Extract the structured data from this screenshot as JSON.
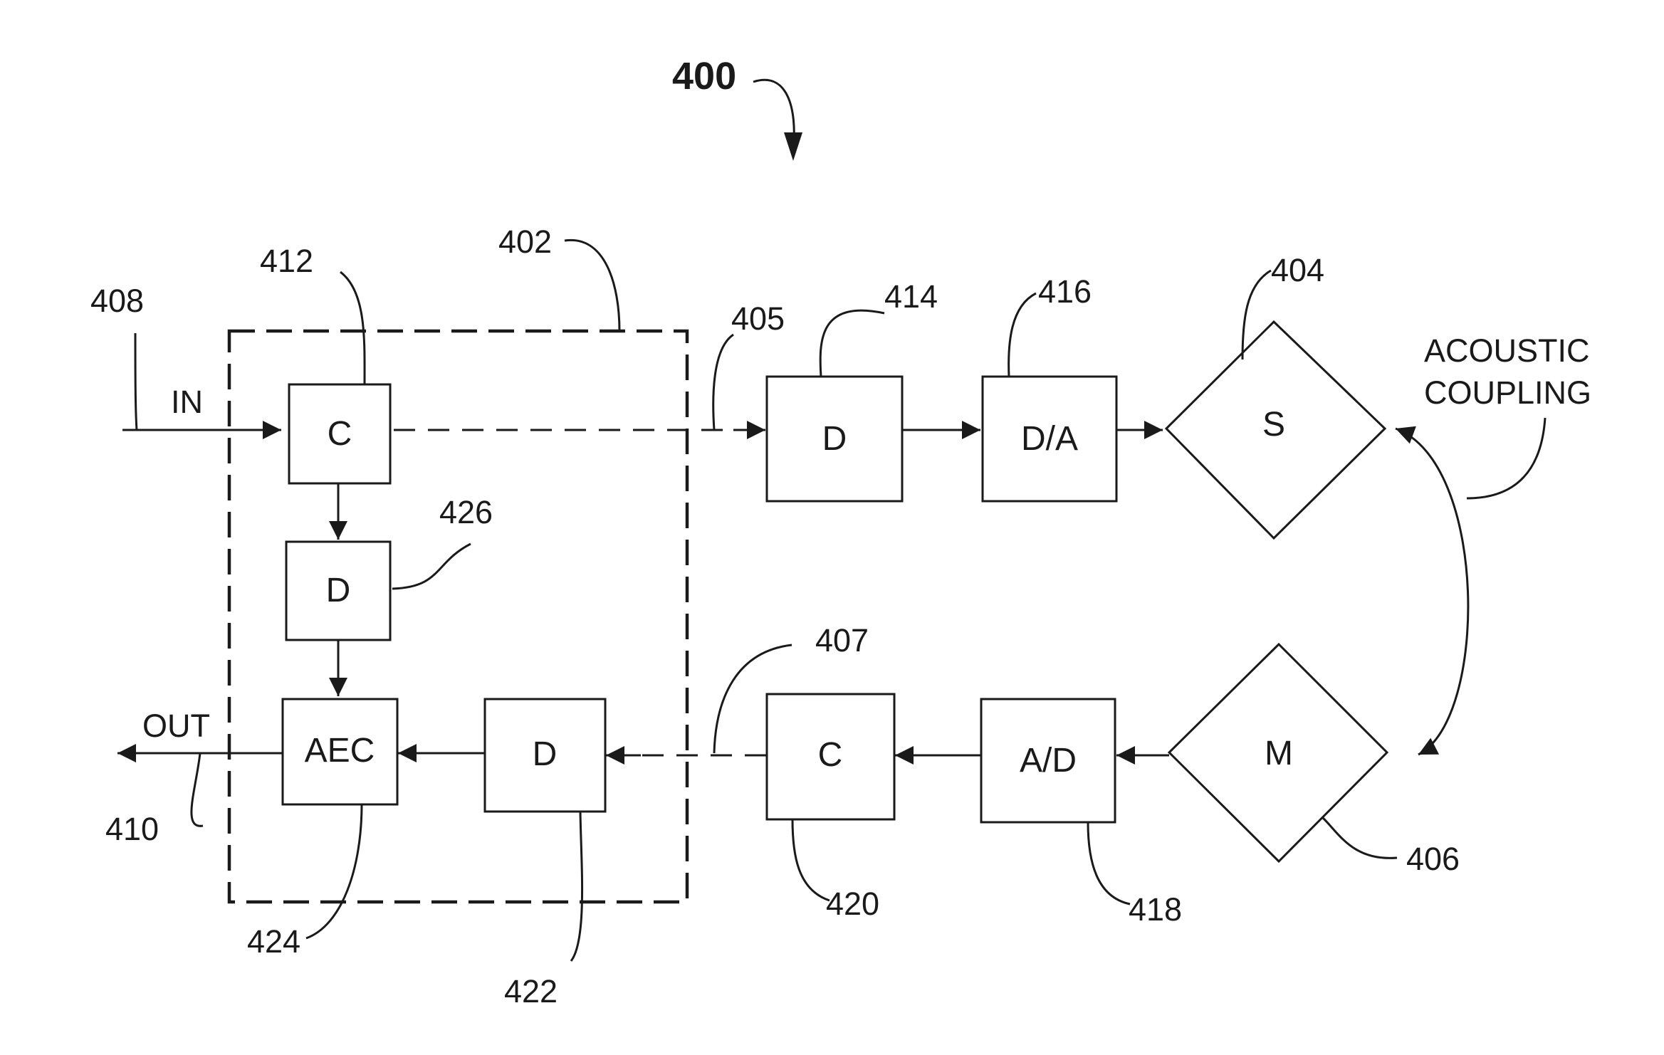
{
  "figure": {
    "number": "400"
  },
  "labels": {
    "in": "IN",
    "out": "OUT",
    "acoustic_line1": "ACOUSTIC",
    "acoustic_line2": "COUPLING"
  },
  "blocks": {
    "c_412": "C",
    "d_426": "D",
    "aec_424": "AEC",
    "d_422": "D",
    "d_414": "D",
    "da_416": "D/A",
    "speaker_404": "S",
    "mic_406": "M",
    "ad_418": "A/D",
    "c_420": "C"
  },
  "refs": {
    "r402": "402",
    "r404": "404",
    "r405": "405",
    "r406": "406",
    "r407": "407",
    "r408": "408",
    "r410": "410",
    "r412": "412",
    "r414": "414",
    "r416": "416",
    "r418": "418",
    "r420": "420",
    "r422": "422",
    "r424": "424",
    "r426": "426"
  }
}
